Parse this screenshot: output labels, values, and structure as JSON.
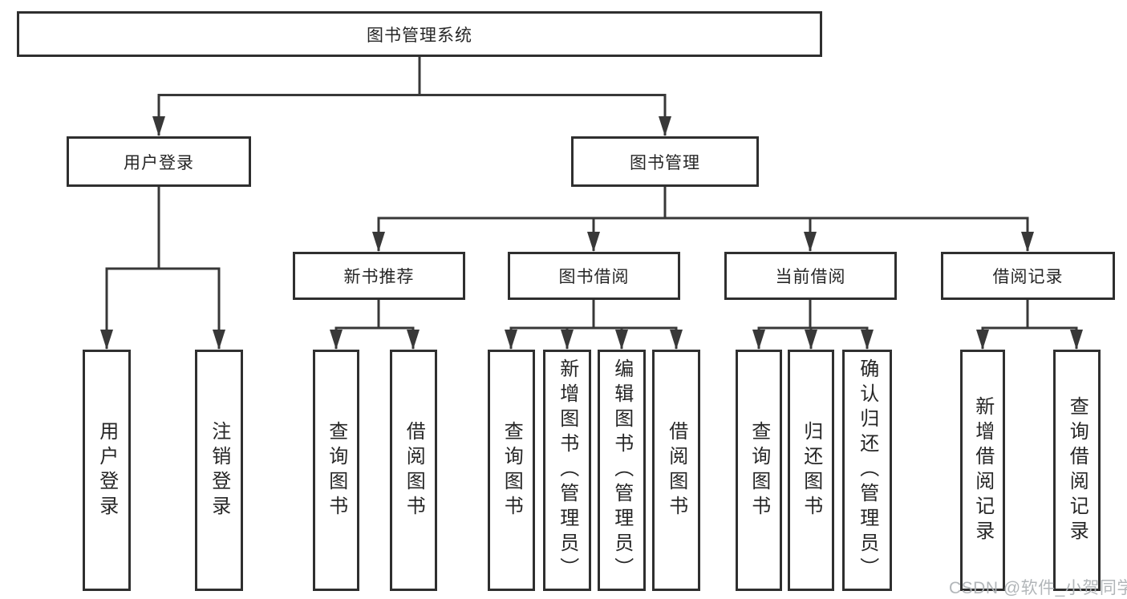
{
  "nodes": {
    "root": {
      "label": "图书管理系统"
    },
    "level2": [
      {
        "label": "用户登录"
      },
      {
        "label": "图书管理"
      }
    ],
    "level3": [
      {
        "label": "新书推荐"
      },
      {
        "label": "图书借阅"
      },
      {
        "label": "当前借阅"
      },
      {
        "label": "借阅记录"
      }
    ],
    "leaves": {
      "userLogin": [
        "用户登录",
        "注销登录"
      ],
      "newBooks": [
        "查询图书",
        "借阅图书"
      ],
      "bookBorrow": [
        "查询图书",
        "新增图书（管理员）",
        "编辑图书（管理员）",
        "借阅图书"
      ],
      "currentBorrow": [
        "查询图书",
        "归还图书",
        "确认归还（管理员）"
      ],
      "borrowRecords": [
        "新增借阅记录",
        "查询借阅记录"
      ]
    }
  },
  "watermark": {
    "text": "CSDN @软件_小贺同学"
  },
  "colors": {
    "line": "#383838",
    "border": "#2f2f2f",
    "text": "#262626",
    "watermark": "#aeb3b6",
    "background": "#ffffff"
  }
}
